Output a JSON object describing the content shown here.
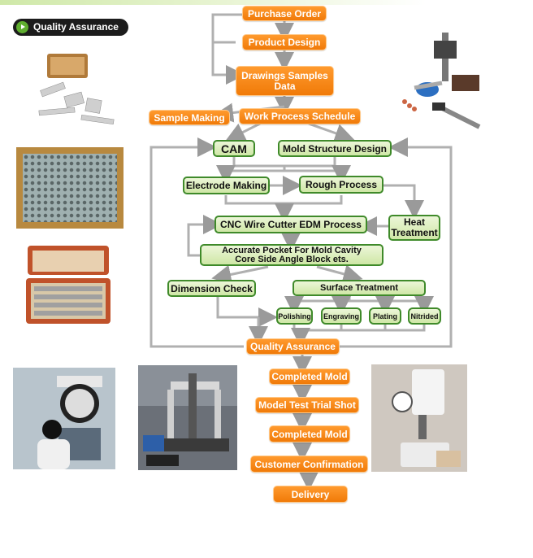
{
  "header": {
    "title": "Quality Assurance"
  },
  "flow": {
    "purchase_order": "Purchase Order",
    "product_design": "Product Design",
    "drawings": "Drawings  Samples\nData",
    "sample_making": "Sample Making",
    "work_process": "Work Process Schedule",
    "cam": "CAM",
    "mold_structure": "Mold Structure Design",
    "electrode": "Electrode Making",
    "rough": "Rough Process",
    "heat": "Heat\nTreatment",
    "cnc": "CNC Wire Cutter EDM Process",
    "pocket": "Accurate Pocket For Mold Cavity\nCore Side Angle Block ets.",
    "dimension": "Dimension Check",
    "surface": "Surface Treatment",
    "polishing": "Polishing",
    "engraving": "Engraving",
    "plating": "Plating",
    "nitrided": "Nitrided",
    "qa": "Quality  Assurance",
    "completed1": "Completed Mold",
    "model_test": "Model Test Trial Shot",
    "completed2": "Completed Mold",
    "customer": "Customer Confirmation",
    "delivery": "Delivery"
  },
  "colors": {
    "orange": "#f58a1f",
    "green_border": "#3f8a2a",
    "green_fill": "#d8edb6",
    "line": "#b0b0b0"
  },
  "photos": [
    "gauge-block-set-photo",
    "measuring-tools-photo",
    "pin-gauge-set-photo",
    "gauge-block-box-photo",
    "profile-projector-operator-photo",
    "cmm-machine-photo",
    "hardness-tester-photo"
  ]
}
